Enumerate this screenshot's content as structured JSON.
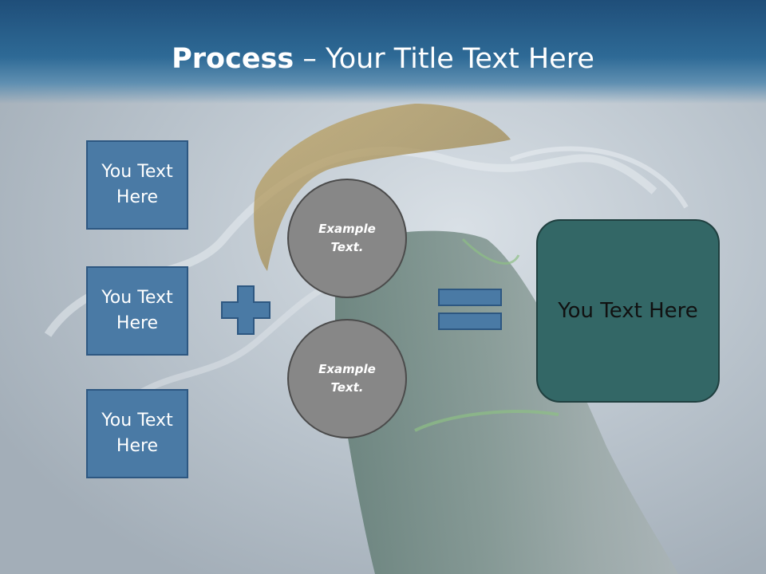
{
  "slide": {
    "title_bold": "Process",
    "title_rest": " – Your Title Text Here"
  },
  "left_boxes": [
    {
      "text": "You Text Here"
    },
    {
      "text": "You Text Here"
    },
    {
      "text": "You Text Here"
    }
  ],
  "circles": [
    {
      "text": "Example Text."
    },
    {
      "text": "Example Text."
    }
  ],
  "result_box": {
    "text": "You Text Here"
  },
  "icons": {
    "plus": "plus-icon",
    "equals": "equals-icon"
  },
  "colors": {
    "header_blue": "#1f4e79",
    "box_blue": "#4a7aa5",
    "box_border": "#2d5781",
    "circle_gray": "#878787",
    "result_teal": "#336766"
  }
}
